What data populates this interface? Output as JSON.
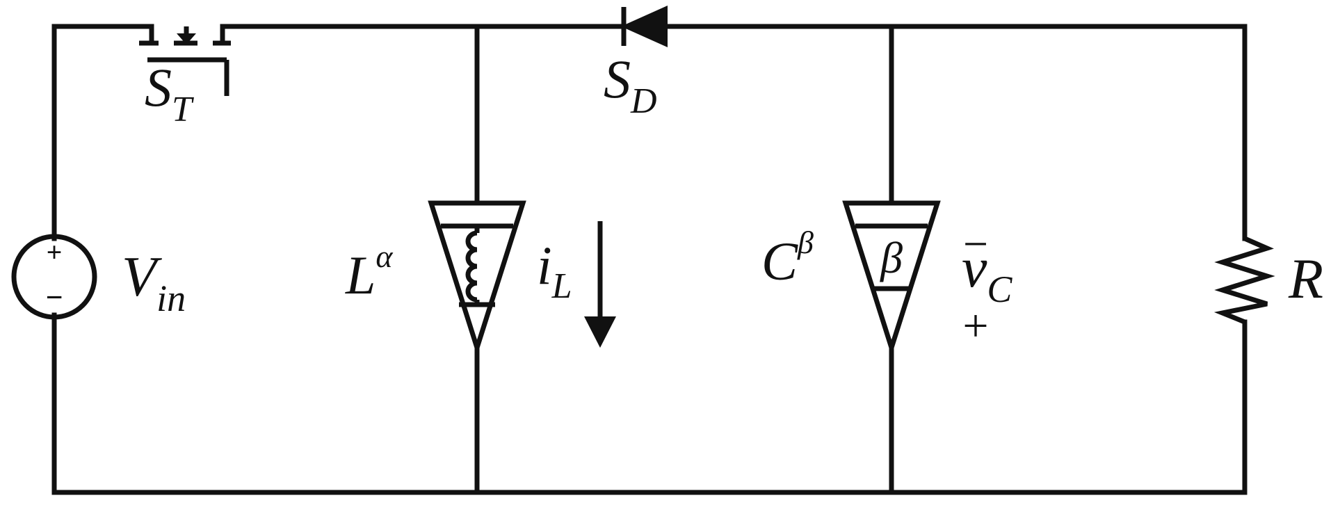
{
  "circuit": {
    "source": {
      "name": "V",
      "sub": "in",
      "plus": "+",
      "minus": "−"
    },
    "switch": {
      "name": "S",
      "sub": "T"
    },
    "diode": {
      "name": "S",
      "sub": "D"
    },
    "inductor": {
      "name": "L",
      "sup": "α"
    },
    "current": {
      "name": "i",
      "sub": "L"
    },
    "capacitor": {
      "name": "C",
      "sup": "β",
      "inner": "β"
    },
    "voltage": {
      "name": "v",
      "sub": "C",
      "bar": "−",
      "plus": "+"
    },
    "resistor": {
      "name": "R"
    },
    "colors": {
      "ink": "#111111",
      "background": "#ffffff"
    }
  }
}
